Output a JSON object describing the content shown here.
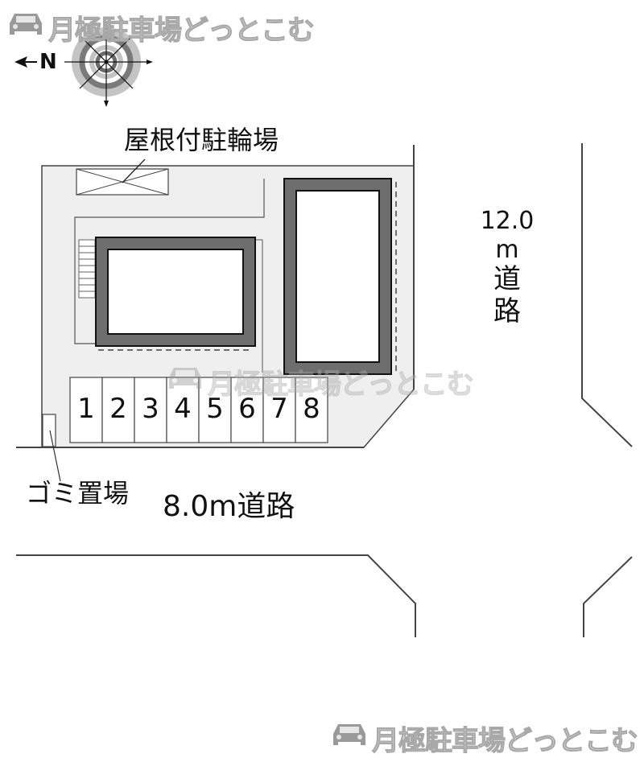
{
  "watermark": {
    "text": "月極駐車場どっとこむ",
    "icon": "car-icon"
  },
  "compass": {
    "north_label": "N",
    "north_arrow": "arrow-left-icon"
  },
  "labels": {
    "bicycle_parking": "屋根付駐輪場",
    "garbage_area": "ゴミ置場",
    "road_bottom": "8.0m道路",
    "road_right_width": "12.0",
    "road_right_unit": "m",
    "road_right_char1": "道",
    "road_right_char2": "路"
  },
  "parking_stalls": [
    "1",
    "2",
    "3",
    "4",
    "5",
    "6",
    "7",
    "8"
  ],
  "colors": {
    "lot_fill": "#efefef",
    "building_wall": "#6e6e6e",
    "line": "#333333",
    "watermark": "#d8d8d8"
  }
}
